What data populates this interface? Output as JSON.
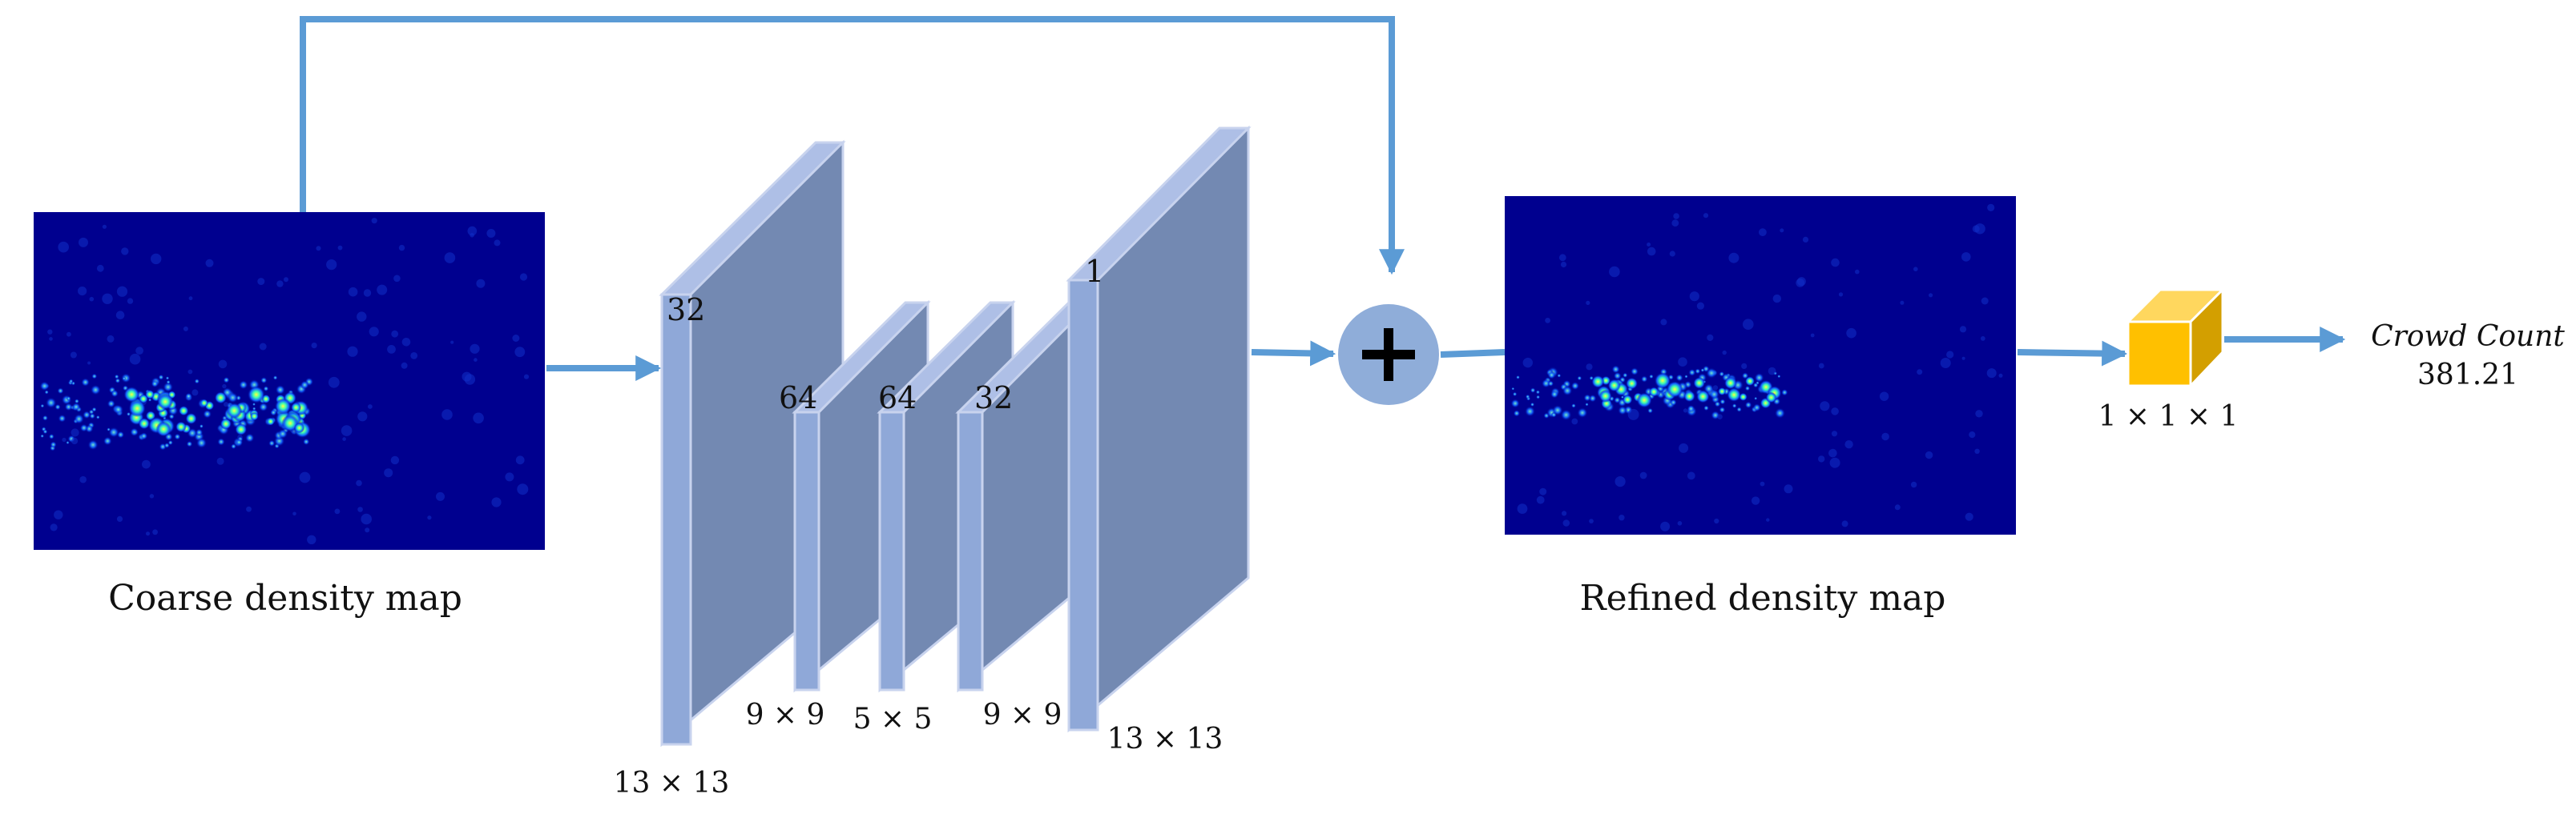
{
  "captions": {
    "coarse": "Coarse density map",
    "refined": "Refined density map"
  },
  "layers": [
    {
      "channels": "32",
      "kernel": "13 × 13"
    },
    {
      "channels": "64",
      "kernel": "9 × 9"
    },
    {
      "channels": "64",
      "kernel": "5 × 5"
    },
    {
      "channels": "32",
      "kernel": "9 × 9"
    },
    {
      "channels": "1",
      "kernel": "13 × 13"
    }
  ],
  "output_node": {
    "size": "1 × 1 × 1"
  },
  "result": {
    "title": "Crowd Count",
    "value": "381.21"
  },
  "colors": {
    "arrow": "#5b9bd5",
    "layer_front": "#8fa8d8",
    "layer_side": "#7389b2",
    "layer_top": "#aebfe6",
    "sum_node": "#8fadd9",
    "cube_front": "#ffc000",
    "cube_top": "#ffd75e",
    "cube_side": "#d39f00",
    "map_bg": "#00008f"
  }
}
